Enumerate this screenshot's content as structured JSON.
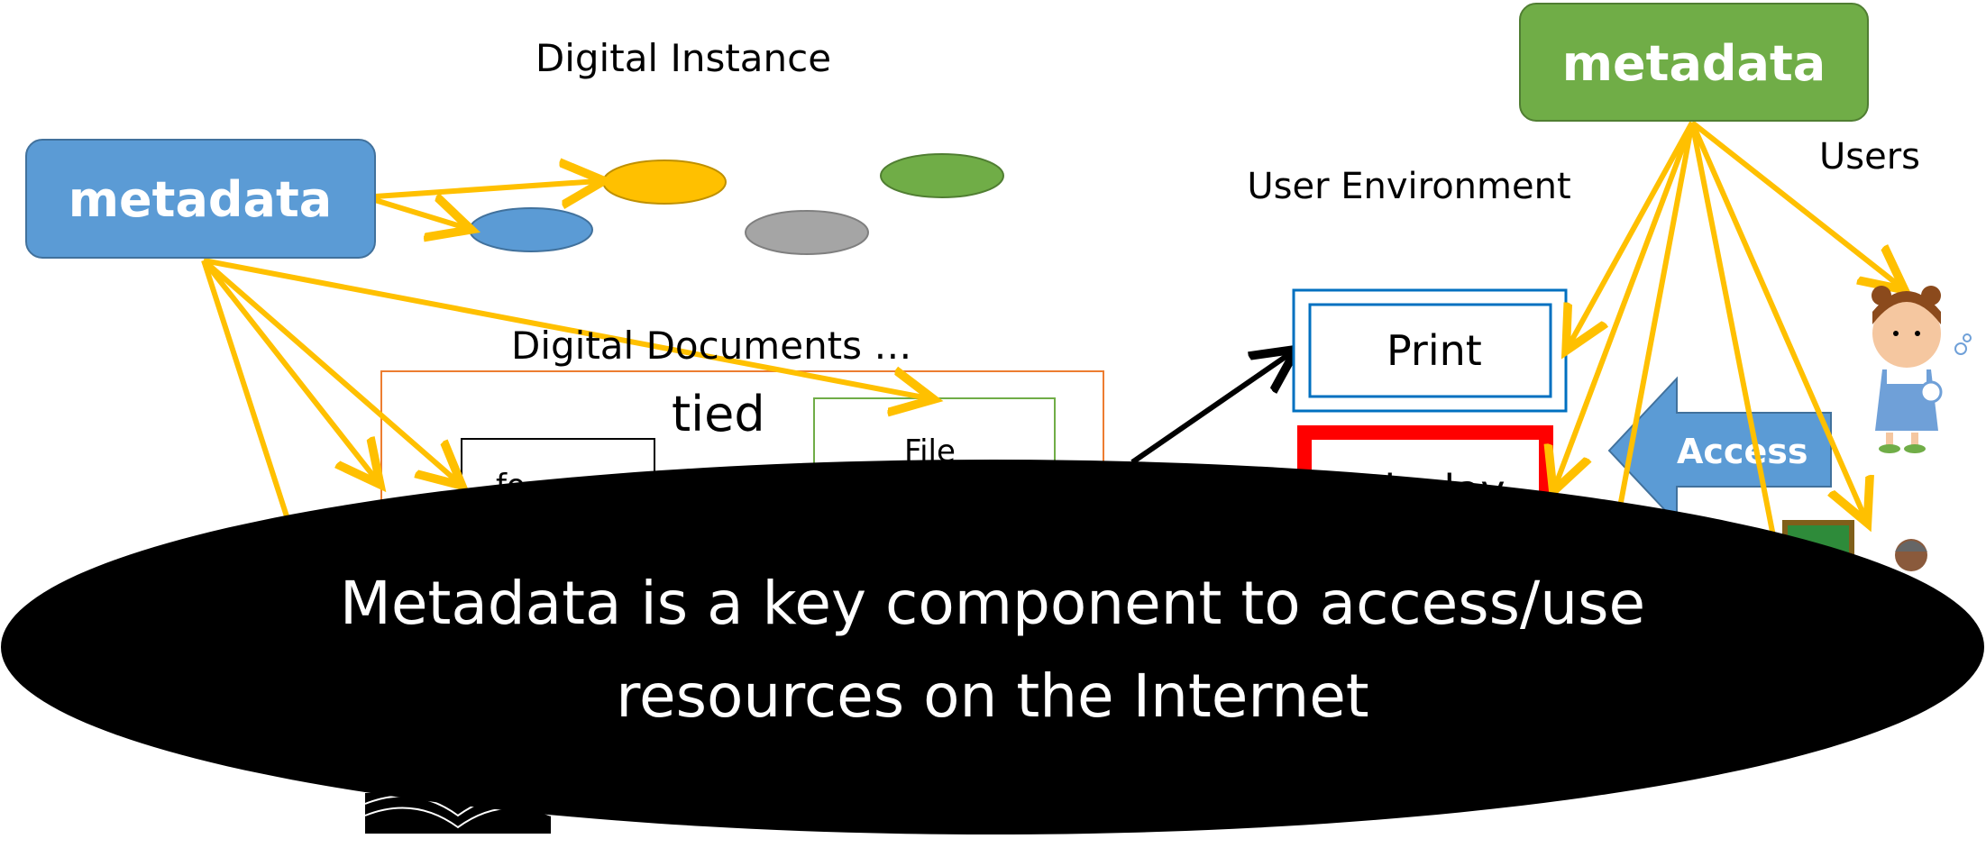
{
  "colors": {
    "blue": "#5b9bd5",
    "blue_stroke": "#41719c",
    "green": "#70ad47",
    "green_stroke": "#507e32",
    "yellow": "#ffc000",
    "gray": "#a5a5a5",
    "orange_box": "#ed7d31",
    "red": "#ff0000",
    "black": "#000000",
    "white": "#ffffff"
  },
  "left_metadata": {
    "label": "metadata"
  },
  "right_metadata": {
    "label": "metadata"
  },
  "digital_instance": {
    "label": "Digital Instance"
  },
  "digital_documents": {
    "label": "Digital Documents …"
  },
  "tied": {
    "label": "tied"
  },
  "format_box": {
    "label": "fo"
  },
  "file_box": {
    "label": "File"
  },
  "user_environment": {
    "label": "User Environment"
  },
  "print_box": {
    "label": "Print"
  },
  "display_box": {
    "label": "Display"
  },
  "access_arrow": {
    "label": "Access"
  },
  "users": {
    "label": "Users"
  },
  "overlay": {
    "line1": "Metadata is a key component to access/use",
    "line2": "resources on the Internet"
  },
  "icons": [
    "girl-user-icon",
    "teacher-user-icon",
    "book-icon",
    "chalkboard-icon"
  ]
}
